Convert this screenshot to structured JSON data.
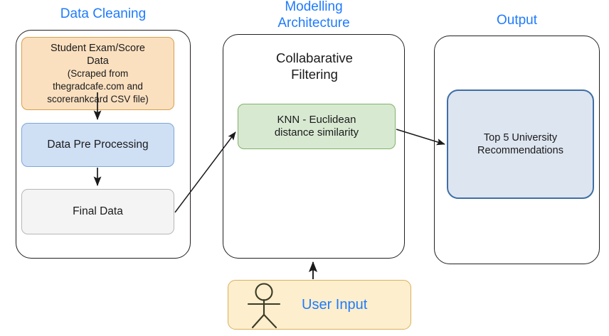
{
  "diagram": {
    "title_color": "#1f7bfc",
    "columns": [
      {
        "id": "data-cleaning",
        "title": "Data Cleaning",
        "nodes": [
          {
            "id": "student-exam-score-data",
            "label": "Student Exam/Score Data\n(Scraped from thegradcafe.com and scorerankcard CSV file)",
            "line1": "Student Exam/Score",
            "line2": "Data",
            "line3": "(Scraped from",
            "line4": "thegradcafe.com and",
            "line5": "scorerankcard CSV file)",
            "fill": "#fbe0c0",
            "stroke": "#d6a14a"
          },
          {
            "id": "data-pre-processing",
            "label": "Data Pre Processing",
            "fill": "#cfe0f5",
            "stroke": "#7ea6d8"
          },
          {
            "id": "final-data",
            "label": "Final Data",
            "fill": "#f4f4f4",
            "stroke": "#b7b7b7"
          }
        ]
      },
      {
        "id": "modelling-architecture",
        "title": "Modelling\nArchitecture",
        "title_line1": "Modelling",
        "title_line2": "Architecture",
        "heading": "Collabarative\nFiltering",
        "heading_line1": "Collabarative",
        "heading_line2": "Filtering",
        "nodes": [
          {
            "id": "knn-euclidean",
            "label": "KNN - Euclidean\ndistance similarity",
            "line1": "KNN - Euclidean",
            "line2": "distance similarity",
            "fill": "#d8e9d2",
            "stroke": "#82b366"
          }
        ]
      },
      {
        "id": "output",
        "title": "Output",
        "nodes": [
          {
            "id": "top-5-university-recommendations",
            "label": "Top 5 University\nRecommendations",
            "line1": "Top 5 University",
            "line2": "Recommendations",
            "fill": "#dde5f0",
            "stroke": "#3f6ea5"
          }
        ]
      }
    ],
    "actor": {
      "id": "user-input",
      "label": "User Input",
      "fill": "#fdeecd",
      "stroke": "#d9b15c",
      "label_color": "#1f7bfc"
    },
    "connectors": [
      {
        "id": "data-to-preprocessing",
        "from": "student-exam-score-data",
        "to": "data-pre-processing"
      },
      {
        "id": "preprocessing-to-final",
        "from": "data-pre-processing",
        "to": "final-data"
      },
      {
        "id": "final-to-knn",
        "from": "final-data",
        "to": "knn-euclidean"
      },
      {
        "id": "knn-to-output",
        "from": "knn-euclidean",
        "to": "top-5-university-recommendations"
      },
      {
        "id": "user-to-modelling",
        "from": "user-input",
        "to": "modelling-architecture"
      }
    ]
  }
}
